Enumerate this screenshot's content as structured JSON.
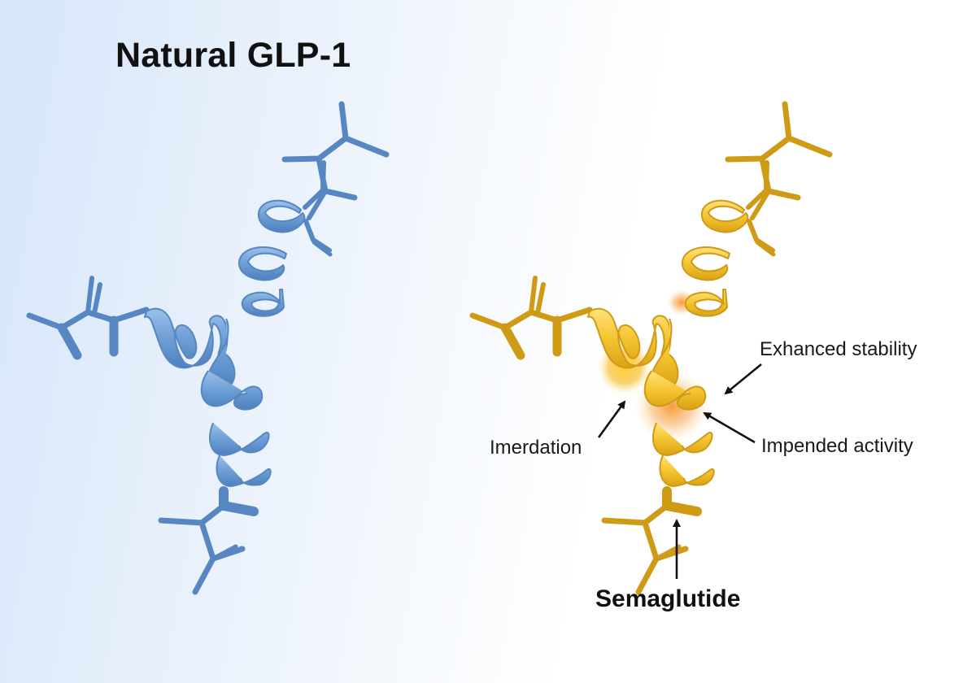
{
  "figure": {
    "type": "comparison-diagram",
    "colors": {
      "natural_ribbon": "#6e9fd6",
      "natural_ribbon_dark": "#3e6fa8",
      "semaglutide_ribbon": "#f2c233",
      "semaglutide_ribbon_dark": "#c99412",
      "highlight_glow": "#f5901e",
      "text": "#111111",
      "background_left": "#d6e6fb",
      "background_right": "#ffffff"
    }
  },
  "natural": {
    "title": "Natural GLP-1",
    "structure": "alpha-helix peptide ribbon with side chains",
    "color_name": "blue"
  },
  "semaglutide": {
    "title": "Semaglutide",
    "structure": "alpha-helix peptide ribbon with side chains and highlighted modification sites",
    "color_name": "gold",
    "annotations": [
      {
        "label": "Exhanced stability",
        "arrow": "points down-left to helix"
      },
      {
        "label": "Impended activity",
        "arrow": "points up-left to glowing helix turn"
      },
      {
        "label": "Imerdation",
        "arrow": "points up-right to glowing junction"
      }
    ],
    "title_arrow": "points up to C-terminal side chain"
  }
}
